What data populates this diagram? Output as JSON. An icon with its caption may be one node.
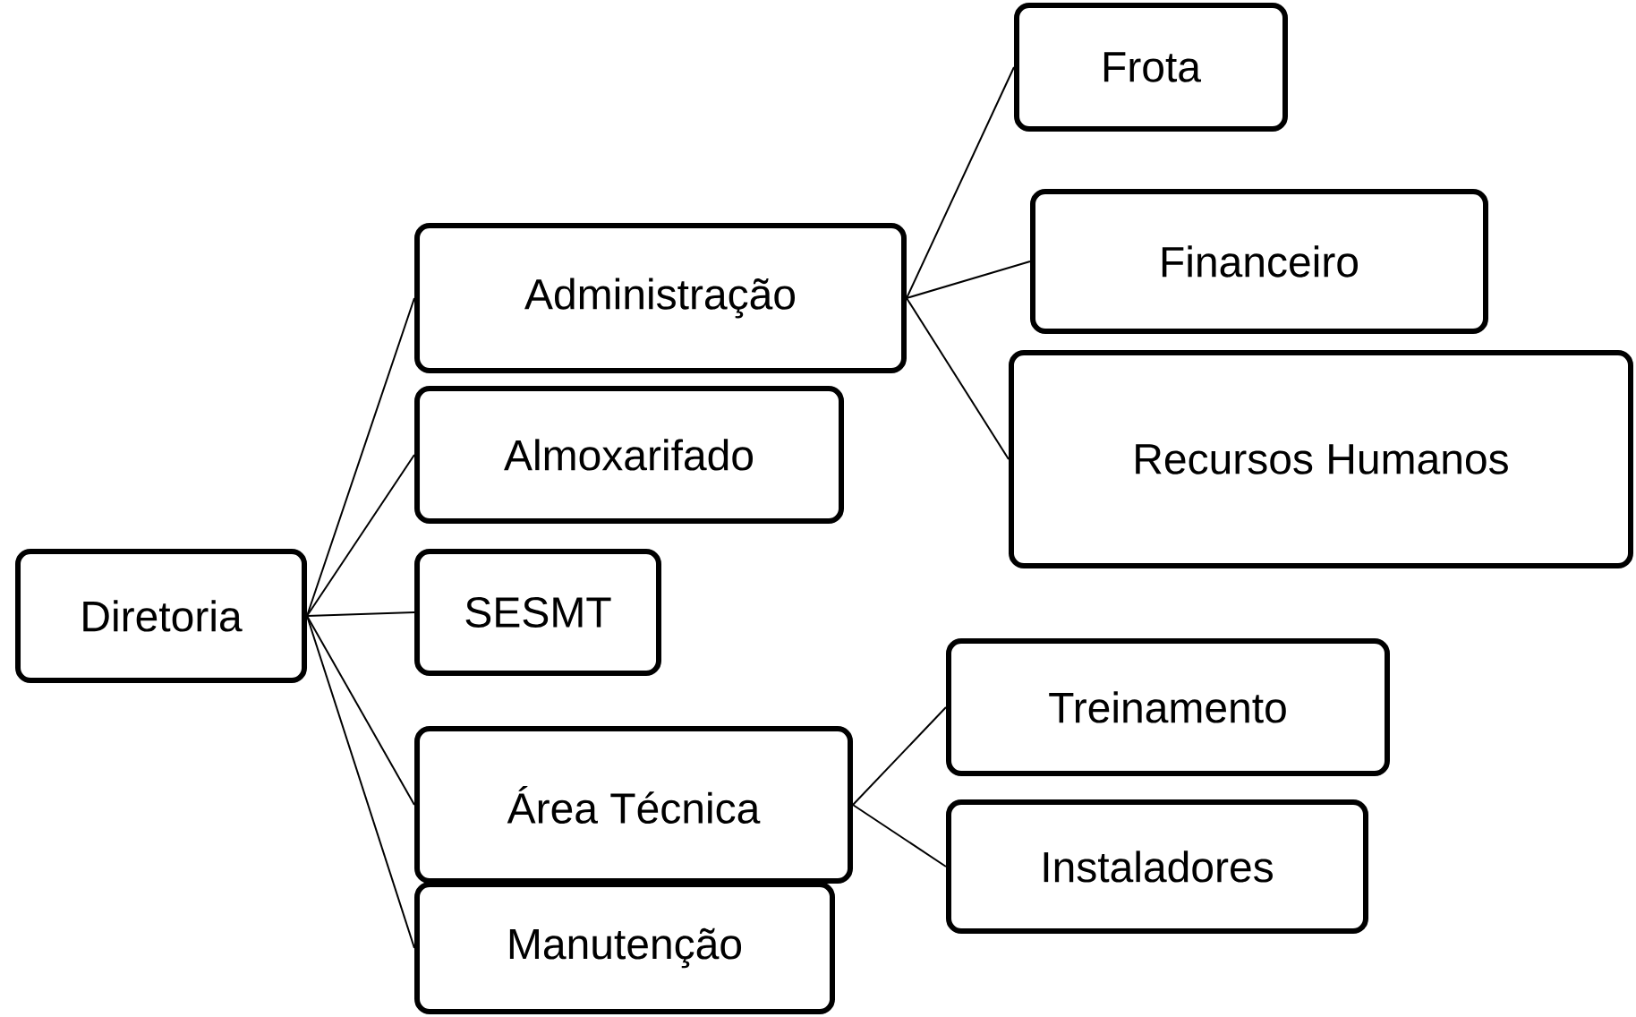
{
  "diagram": {
    "nodes": [
      {
        "text": [
          "Diretoria"
        ]
      },
      {
        "text": [
          "Administração"
        ]
      },
      {
        "text": [
          "Almoxarifado"
        ]
      },
      {
        "text": [
          "SESMT"
        ]
      },
      {
        "text": [
          "Área Técnica"
        ]
      },
      {
        "text": [
          "Manutenção"
        ]
      },
      {
        "text": [
          "Frota"
        ]
      },
      {
        "text": [
          "Financeiro"
        ]
      },
      {
        "text": [
          "Recursos Humanos"
        ]
      },
      {
        "text": [
          "Treinamento"
        ]
      },
      {
        "text": [
          "Instaladores"
        ]
      }
    ],
    "edges": [
      {
        "from": 0,
        "to": 1,
        "arrow": "none"
      },
      {
        "from": 0,
        "to": 2,
        "arrow": "none"
      },
      {
        "from": 0,
        "to": 3,
        "arrow": "none"
      },
      {
        "from": 0,
        "to": 4,
        "arrow": "none"
      },
      {
        "from": 0,
        "to": 5,
        "arrow": "none"
      },
      {
        "from": 1,
        "to": 6,
        "arrow": "none"
      },
      {
        "from": 1,
        "to": 7,
        "arrow": "none"
      },
      {
        "from": 1,
        "to": 8,
        "arrow": "none"
      },
      {
        "from": 4,
        "to": 9,
        "arrow": "none"
      },
      {
        "from": 4,
        "to": 10,
        "arrow": "none"
      }
    ]
  }
}
